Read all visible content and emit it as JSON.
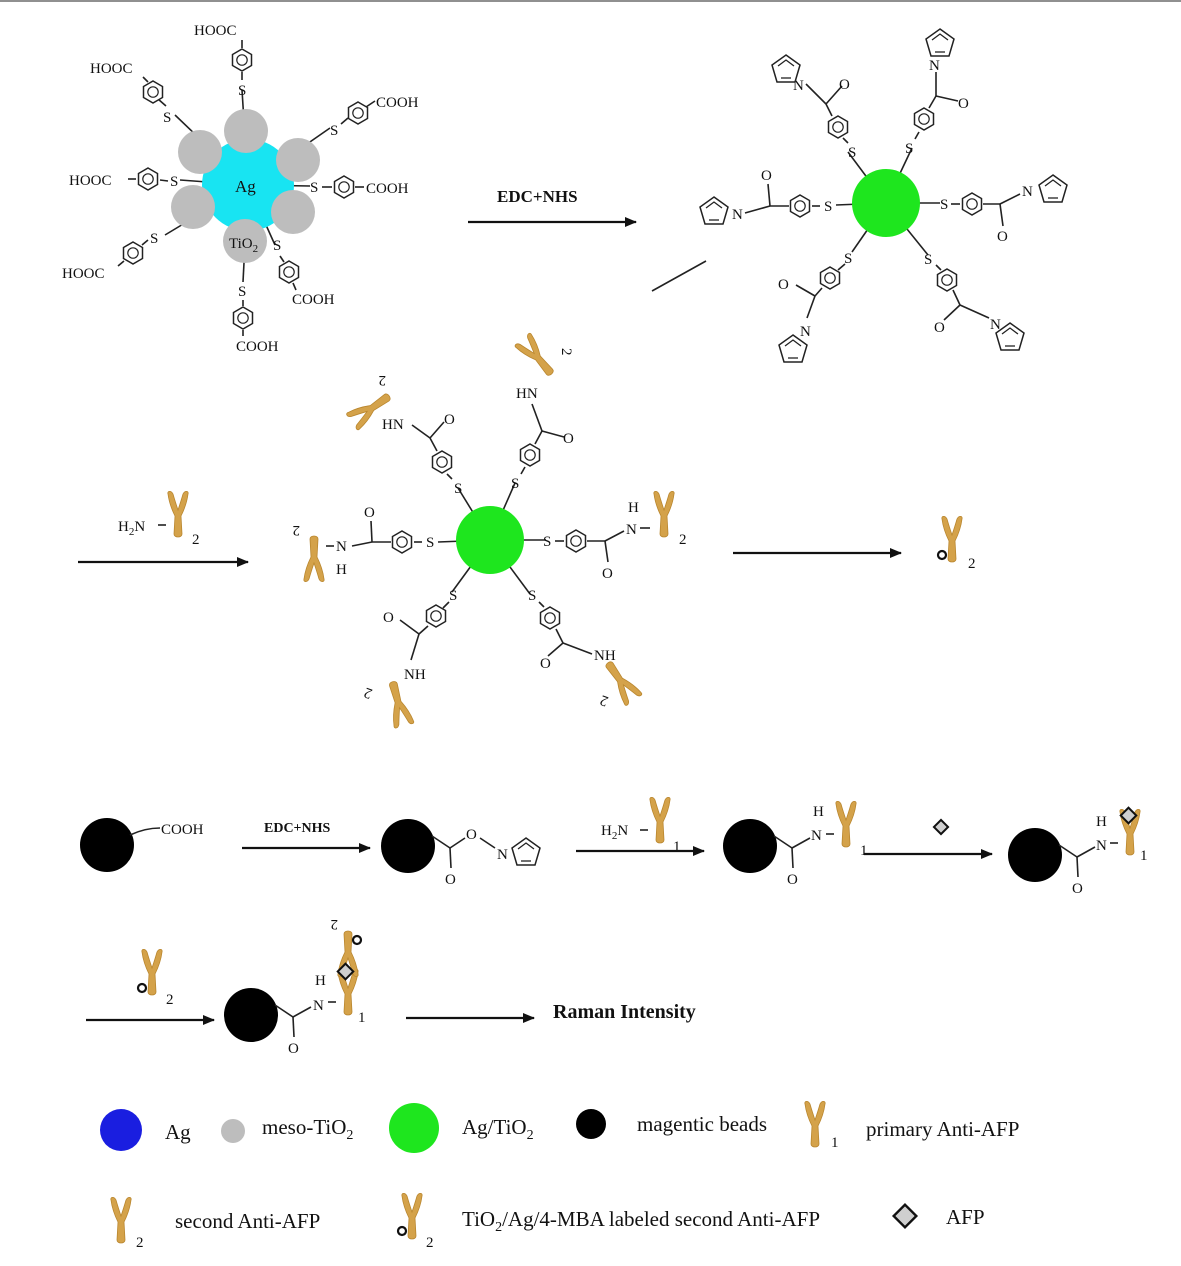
{
  "colors": {
    "silver": "#1a1ee0",
    "meso_tio2": "#bdbdbd",
    "silver_core_step1": "#18e4f2",
    "composite": "#1ee61e",
    "beads": "#000000",
    "antibody": "#d4a24a",
    "afp_fill": "#cfcfcf"
  },
  "step1": {
    "core_label": "Ag",
    "tio2_label": "TiO",
    "tio2_sub": "2",
    "hooc": "HOOC",
    "cooh": "COOH",
    "s": "S",
    "reagent": "EDC+NHS"
  },
  "step2": {
    "o": "O",
    "n": "N",
    "s": "S"
  },
  "step3": {
    "h2n": "H",
    "h2n_sub": "2",
    "h2n_n": "N",
    "ab_index": "2",
    "hn": "HN",
    "nh": "NH",
    "n": "N",
    "h": "H",
    "o": "O",
    "s": "S"
  },
  "step4": {
    "cooh": "COOH",
    "reagent": "EDC+NHS",
    "o": "O",
    "n": "N",
    "h": "H",
    "h2n": "H",
    "h2n_sub": "2",
    "h2n_n": "N",
    "ab1_index": "1",
    "ab2_index": "2",
    "raman": "Raman Intensity"
  },
  "legend": {
    "ag": "Ag",
    "meso_tio2": "meso-TiO",
    "meso_tio2_sub": "2",
    "ag_tio2": "Ag/TiO",
    "ag_tio2_sub": "2",
    "beads": "magentic beads",
    "primary_index": "1",
    "primary": "primary Anti-AFP",
    "second_index": "2",
    "second": "second Anti-AFP",
    "labeled_index": "2",
    "labeled_a": "TiO",
    "labeled_sub": "2",
    "labeled_b": "/Ag/4-MBA labeled second Anti-AFP",
    "afp": "AFP"
  }
}
